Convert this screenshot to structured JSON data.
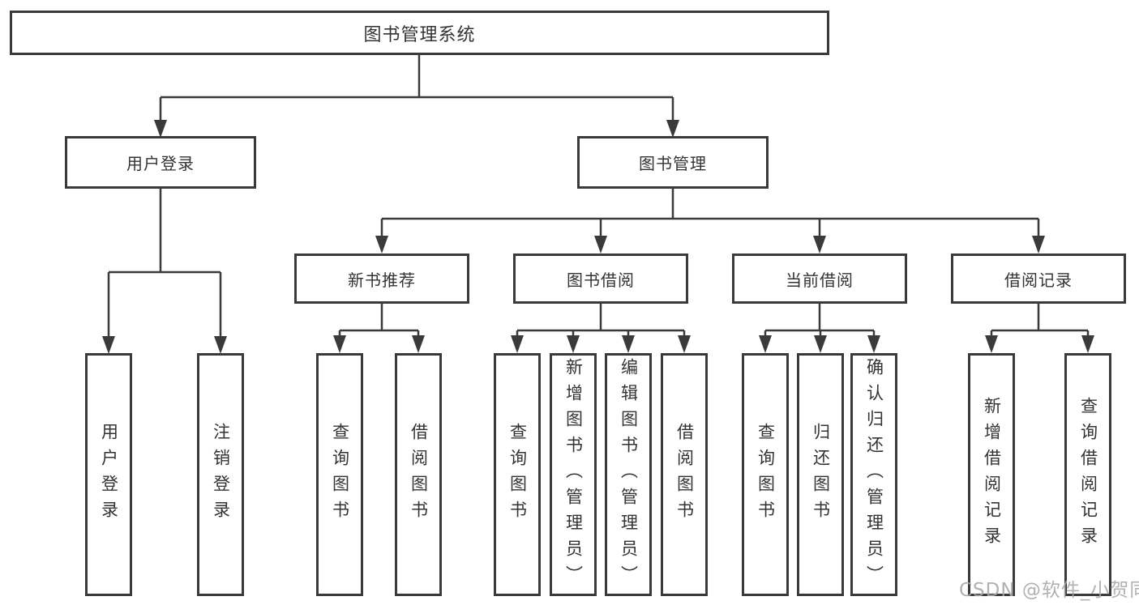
{
  "diagram": {
    "root": "图书管理系统",
    "groups": [
      {
        "label": "用户登录",
        "leaves": [
          "用户登录",
          "注销登录"
        ]
      },
      {
        "label": "图书管理",
        "sections": [
          {
            "label": "新书推荐",
            "leaves": [
              "查询图书",
              "借阅图书"
            ]
          },
          {
            "label": "图书借阅",
            "leaves": [
              "查询图书",
              "新增图书（管理员）",
              "编辑图书（管理员）",
              "借阅图书"
            ]
          },
          {
            "label": "当前借阅",
            "leaves": [
              "查询图书",
              "归还图书",
              "确认归还（管理员）"
            ]
          },
          {
            "label": "借阅记录",
            "leaves": [
              "新增借阅记录",
              "查询借阅记录"
            ]
          }
        ]
      }
    ]
  },
  "watermark": "CSDN @软件_小贺同学",
  "colors": {
    "line": "#3a3a3a",
    "text": "#333333",
    "background": "#ffffff",
    "watermark": "#a8a8a8"
  }
}
